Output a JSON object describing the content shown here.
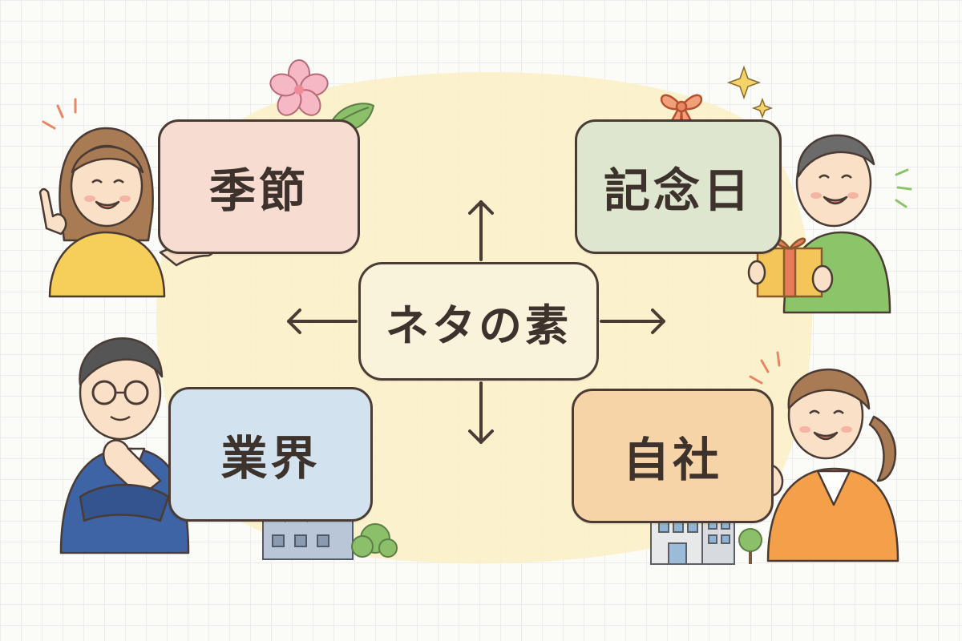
{
  "center": {
    "label": "ネタの素"
  },
  "categories": [
    {
      "id": "season",
      "label": "季節",
      "color": "#f7dcd2"
    },
    {
      "id": "anniv",
      "label": "記念日",
      "color": "#dfe6cf"
    },
    {
      "id": "industry",
      "label": "業界",
      "color": "#d3e2ef"
    },
    {
      "id": "company",
      "label": "自社",
      "color": "#f7d3a8"
    }
  ],
  "colors": {
    "center_fill": "#faf3dc",
    "blob": "#fbf1c8",
    "outline": "#4a3b34"
  },
  "icons": [
    "sakura-icon",
    "leaf-icon",
    "ribbon-icon",
    "sparkle-icon",
    "gift-icon",
    "factory-icon",
    "office-building-icon",
    "tree-icon"
  ]
}
